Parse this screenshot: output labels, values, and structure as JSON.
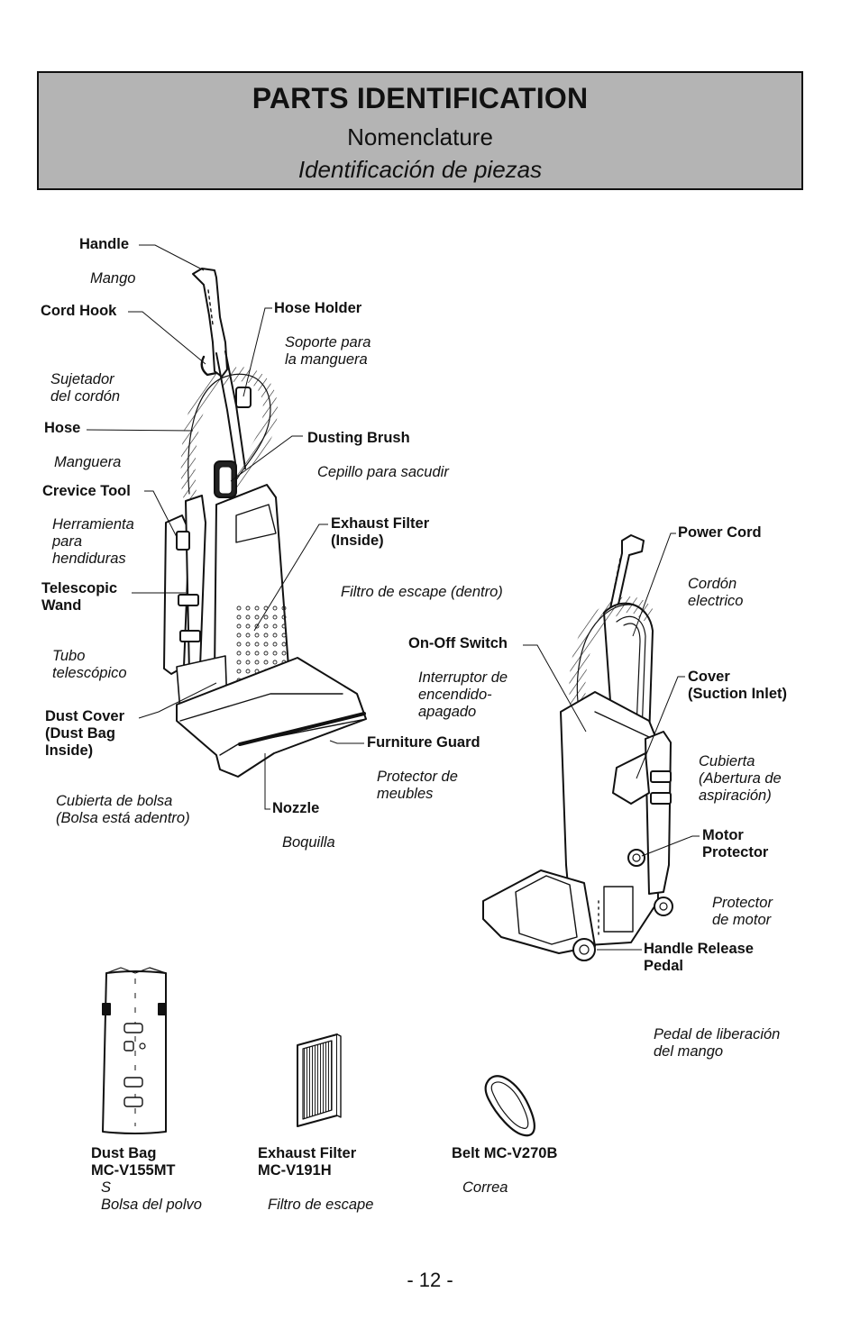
{
  "header": {
    "title": "PARTS IDENTIFICATION",
    "subtitle_fr": "Nomenclature",
    "subtitle_es": "Identificación de piezas"
  },
  "parts": {
    "handle": {
      "label": "Handle",
      "es": "Mango"
    },
    "cord_hook": {
      "label": "Cord Hook",
      "es_1": "Sujetador",
      "es_2": "del cordón"
    },
    "hose": {
      "label": "Hose",
      "es": "Manguera"
    },
    "crevice_tool": {
      "label": "Crevice Tool",
      "es_1": "Herramienta",
      "es_2": "para",
      "es_3": "hendiduras"
    },
    "telescopic_wand": {
      "label_1": "Telescopic",
      "label_2": "Wand",
      "es_1": "Tubo",
      "es_2": "telescópico"
    },
    "dust_cover": {
      "label_1": "Dust Cover",
      "label_2": "(Dust Bag",
      "label_3": "Inside)",
      "es_1": "Cubierta de bolsa",
      "es_2": "(Bolsa está adentro)"
    },
    "hose_holder": {
      "label": "Hose Holder",
      "es_1": "Soporte para",
      "es_2": "la manguera"
    },
    "dusting_brush": {
      "label": "Dusting Brush",
      "es": "Cepillo para sacudir"
    },
    "exhaust_filter_inside": {
      "label_1": "Exhaust Filter",
      "label_2": "(Inside)",
      "es": "Filtro de escape (dentro)"
    },
    "furniture_guard": {
      "label": "Furniture Guard",
      "es_1": "Protector de",
      "es_2": "meubles"
    },
    "nozzle": {
      "label": "Nozzle",
      "es": "Boquilla"
    },
    "on_off_switch": {
      "label": "On-Off Switch",
      "es_1": "Interruptor de",
      "es_2": "encendido-",
      "es_3": "apagado"
    },
    "power_cord": {
      "label": "Power Cord",
      "es_1": "Cordón",
      "es_2": "electrico"
    },
    "cover_suction": {
      "label_1": "Cover",
      "label_2": "(Suction Inlet)",
      "es_1": "Cubierta",
      "es_2": "(Abertura de",
      "es_3": "aspiración)"
    },
    "motor_protector": {
      "label_1": "Motor",
      "label_2": "Protector",
      "es_1": "Protector",
      "es_2": "de motor"
    },
    "handle_release_pedal": {
      "label_1": "Handle Release",
      "label_2": "Pedal",
      "es_1": "Pedal de liberación",
      "es_2": "del mango"
    }
  },
  "accessories": {
    "dust_bag": {
      "label_1": "Dust Bag",
      "label_2": "MC-V155MT",
      "note": "S",
      "es": "Bolsa del polvo"
    },
    "exhaust_filter": {
      "label_1": "Exhaust Filter",
      "label_2": "MC-V191H",
      "es": "Filtro de escape"
    },
    "belt": {
      "label": "Belt MC-V270B",
      "es": "Correa"
    }
  },
  "footer": {
    "page_number": "- 12 -"
  }
}
